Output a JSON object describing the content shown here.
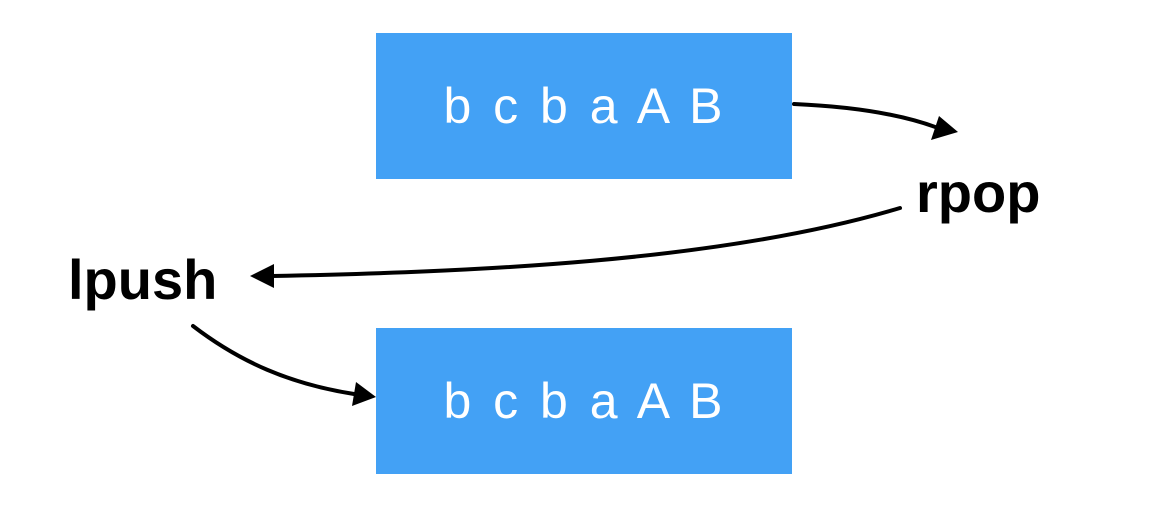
{
  "source_list": {
    "text": "b c b a A B"
  },
  "result_list": {
    "text": "b c b a A B"
  },
  "operations": {
    "rpop": "rpop",
    "lpush": "lpush"
  },
  "colors": {
    "box": "#43a1f5",
    "box_text": "#ffffff",
    "label": "#000000",
    "arrow": "#000000"
  }
}
